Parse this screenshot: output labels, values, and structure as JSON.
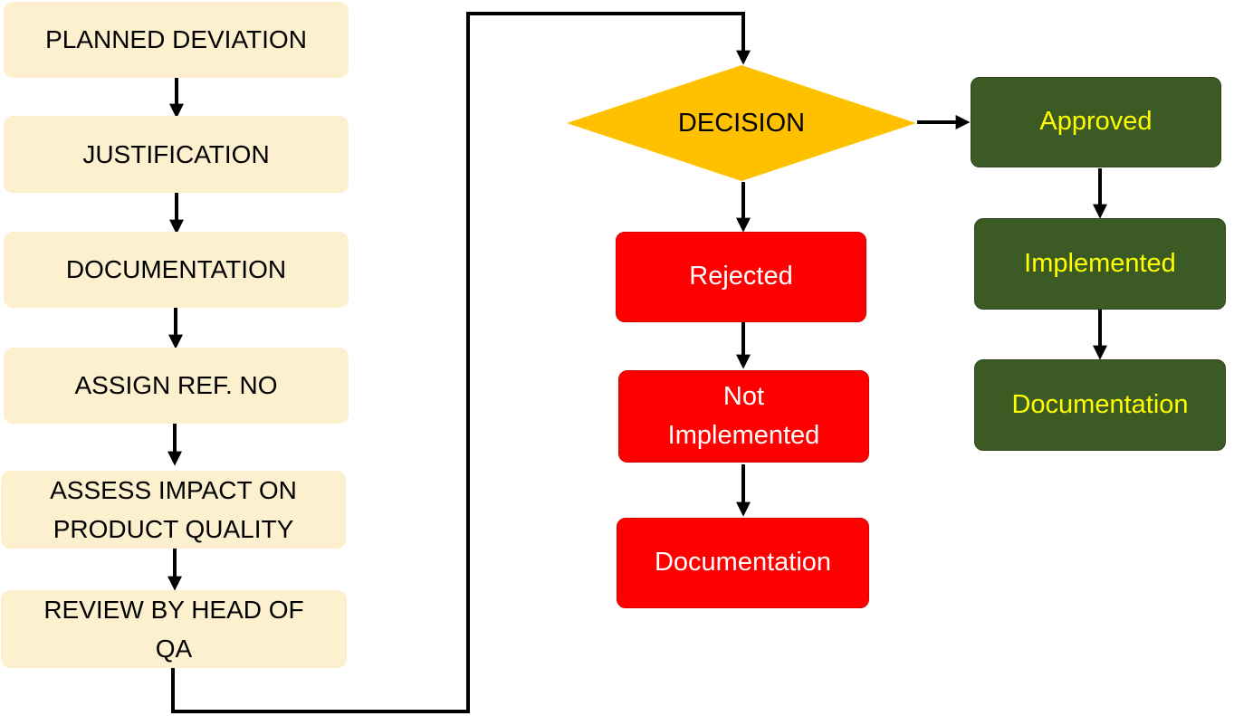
{
  "process_steps": [
    "PLANNED DEVIATION",
    "JUSTIFICATION",
    "DOCUMENTATION",
    "ASSIGN REF. NO",
    "ASSESS IMPACT ON\nPRODUCT QUALITY",
    "REVIEW BY HEAD OF\nQA"
  ],
  "decision": {
    "label": "DECISION"
  },
  "rejected_branch": [
    "Rejected",
    "Not\nImplemented",
    "Documentation"
  ],
  "approved_branch": [
    "Approved",
    "Implemented",
    "Documentation"
  ],
  "colors": {
    "step_fill": "#fdf0cf",
    "decision_fill": "#ffc000",
    "rejected_fill": "#ff0000",
    "approved_fill": "#3b5a24",
    "approved_text": "#ffff00",
    "connector": "#000000"
  }
}
